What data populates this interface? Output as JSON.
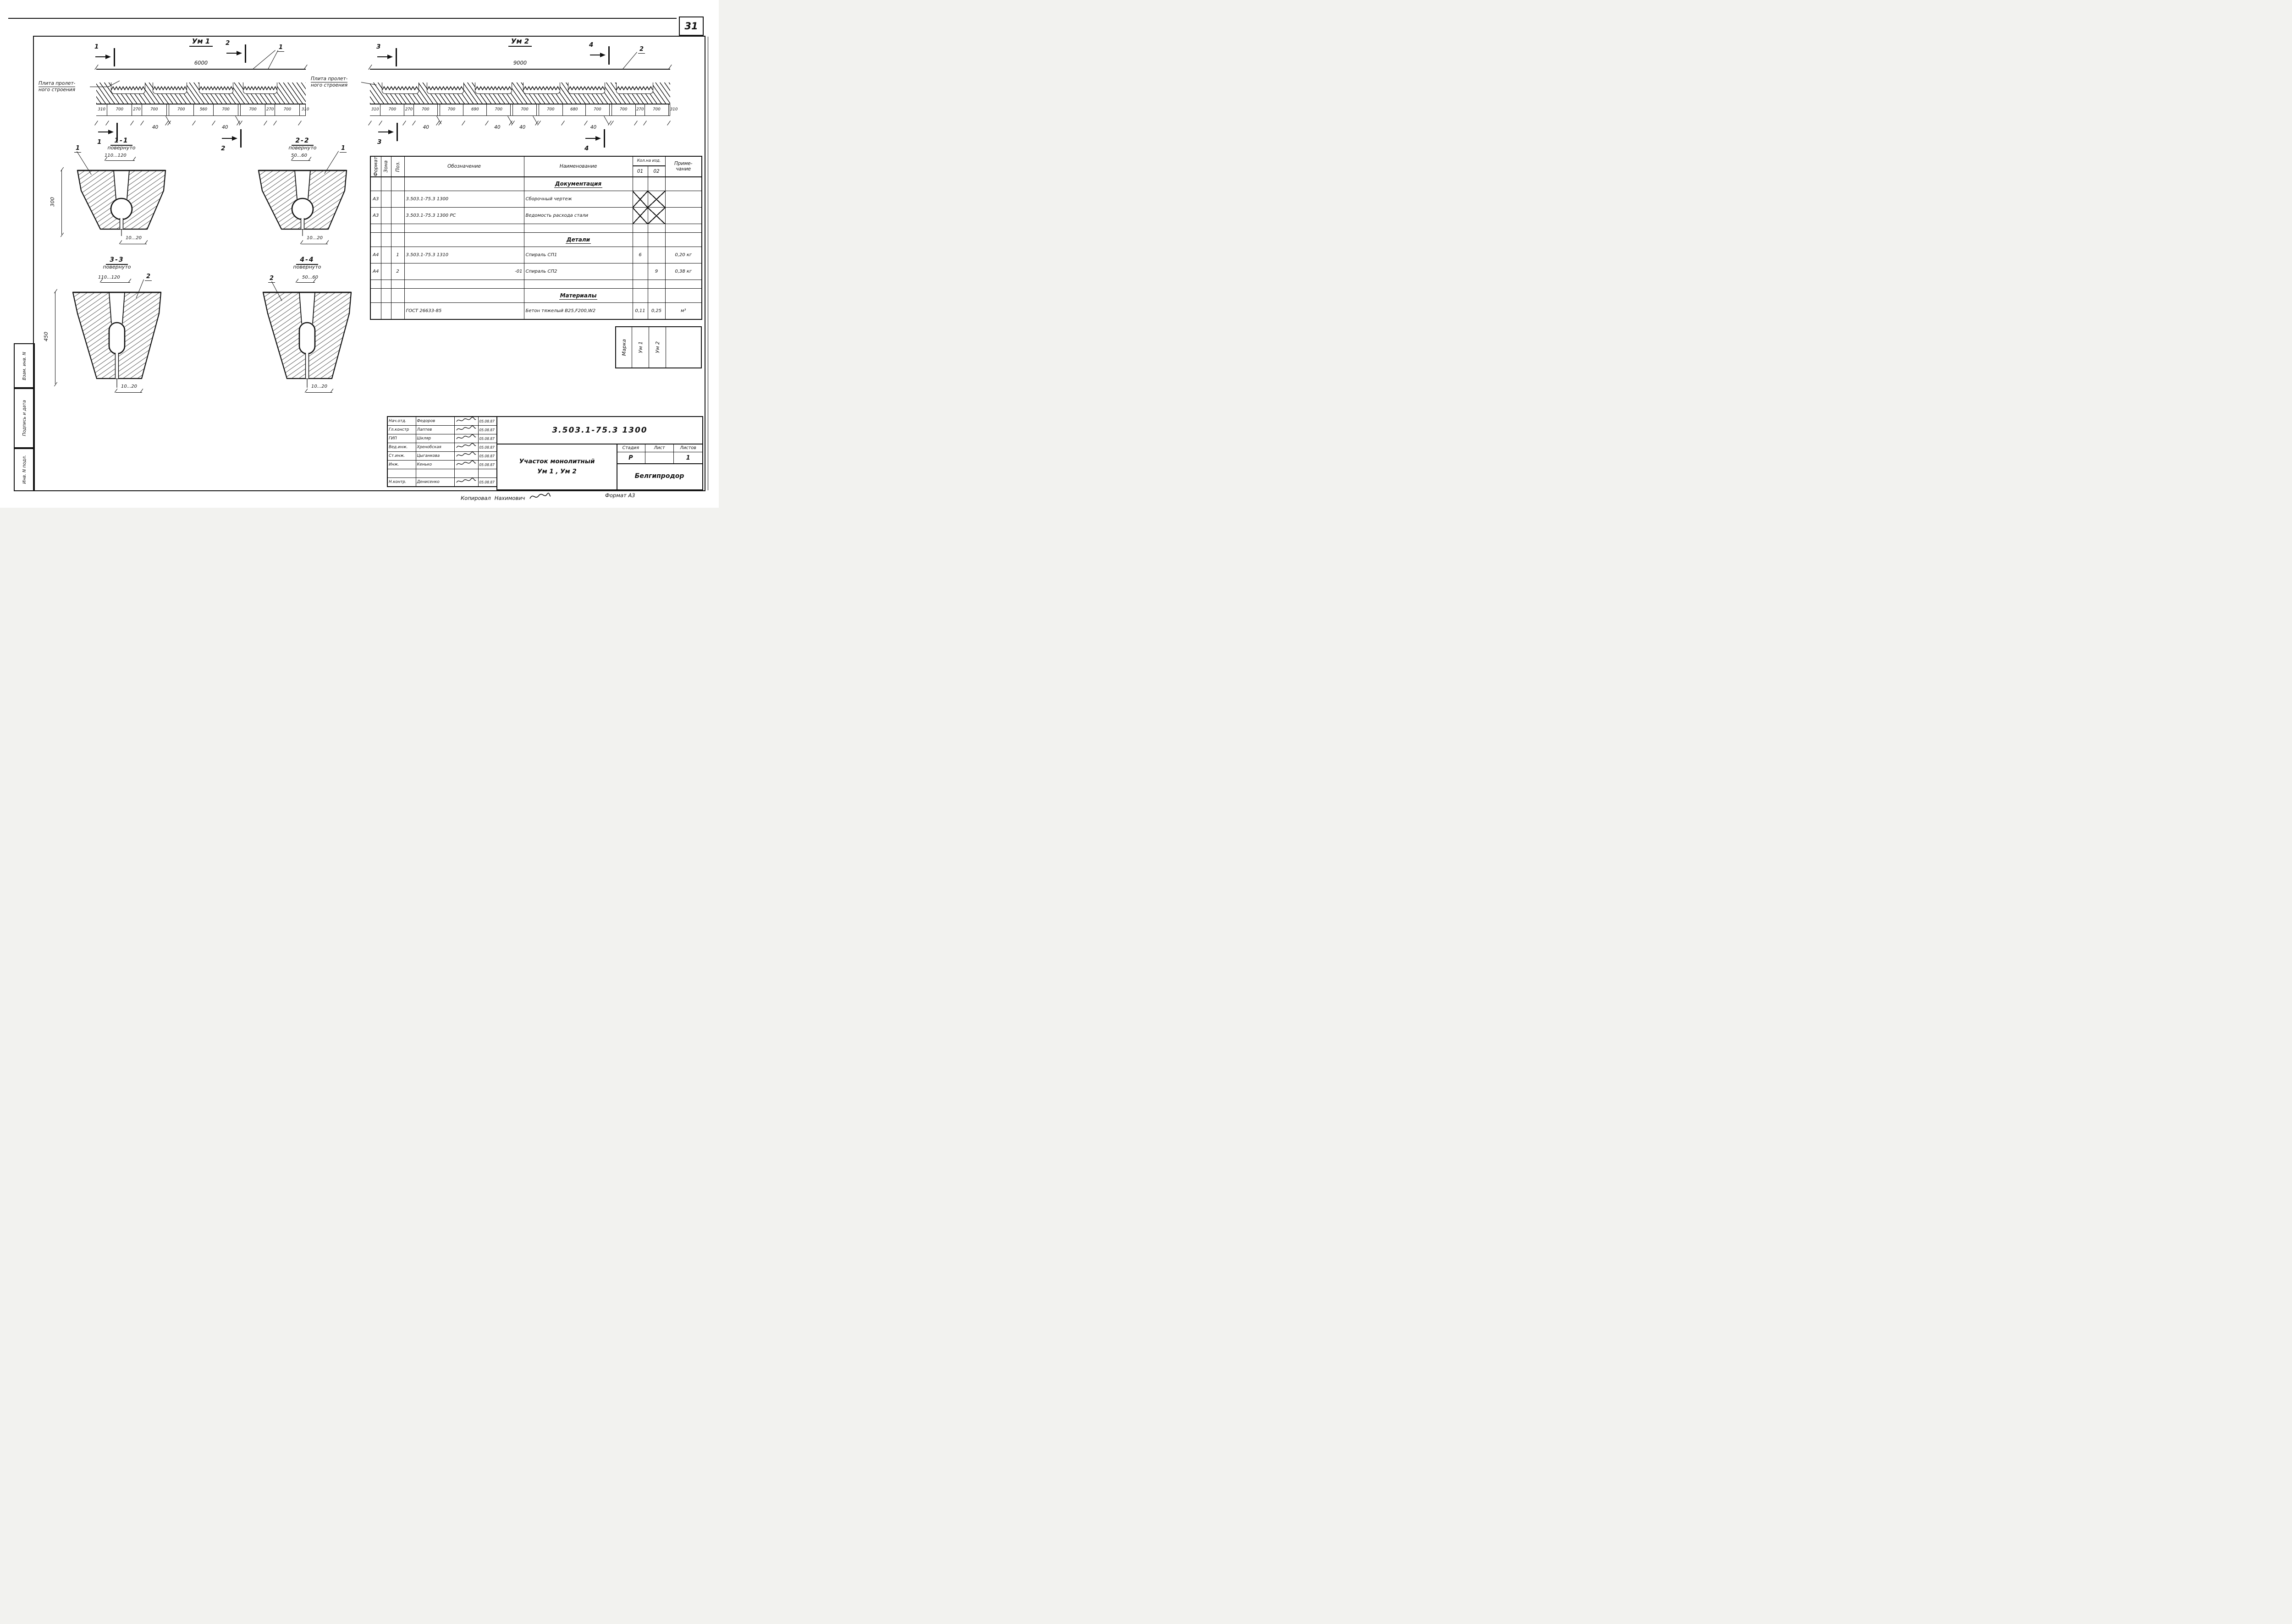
{
  "page": {
    "number": "31",
    "format_label": "Формат А3",
    "copied_label": "Копировал",
    "copied_name": "Нахимович"
  },
  "margin_stamp": {
    "top": "Взам. инв. N",
    "middle": "Подпись и дата",
    "bottom": "Инв. N подл."
  },
  "plans": [
    {
      "title": "Ум 1",
      "total_dim": "6000",
      "cut_top_left": "1",
      "cut_top_right": "2",
      "cut_bottom_left": "1",
      "cut_bottom_right": "2",
      "leader": "1",
      "slab_label_line1": "Плита пролет-",
      "slab_label_line2": "ного строения",
      "joint_label": "40",
      "segments": [
        {
          "v": 310
        },
        {
          "v": 700
        },
        {
          "v": 270
        },
        {
          "v": 700
        },
        {
          "v": 40,
          "joint": true
        },
        {
          "v": 700
        },
        {
          "v": 560
        },
        {
          "v": 700
        },
        {
          "v": 40,
          "joint": true
        },
        {
          "v": 700
        },
        {
          "v": 270
        },
        {
          "v": 700
        },
        {
          "v": 310
        }
      ]
    },
    {
      "title": "Ум 2",
      "total_dim": "9000",
      "cut_top_left": "3",
      "cut_top_right": "4",
      "cut_bottom_left": "3",
      "cut_bottom_right": "4",
      "leader": "2",
      "slab_label_line1": "Плита пролет-",
      "slab_label_line2": "ного строения",
      "joint_label": "40",
      "segments": [
        {
          "v": 310
        },
        {
          "v": 700
        },
        {
          "v": 270
        },
        {
          "v": 700
        },
        {
          "v": 40,
          "joint": true
        },
        {
          "v": 700
        },
        {
          "v": 690
        },
        {
          "v": 700
        },
        {
          "v": 40,
          "joint": true
        },
        {
          "v": 700
        },
        {
          "v": 40,
          "joint": true
        },
        {
          "v": 700
        },
        {
          "v": 680
        },
        {
          "v": 700
        },
        {
          "v": 40,
          "joint": true
        },
        {
          "v": 700
        },
        {
          "v": 270
        },
        {
          "v": 700
        },
        {
          "v": 310
        }
      ]
    }
  ],
  "sections": [
    {
      "title": "1-1",
      "note": "повернуто",
      "top_dim": "110...120",
      "side_dim": "300",
      "bottom_dim": "10...20",
      "leader": "1"
    },
    {
      "title": "2-2",
      "note": "повернуто",
      "top_dim": "50...60",
      "side_dim": "",
      "bottom_dim": "10...20",
      "leader": "1"
    },
    {
      "title": "3-3",
      "note": "повернуто",
      "top_dim": "110...120",
      "side_dim": "450",
      "bottom_dim": "10...20",
      "leader": "2"
    },
    {
      "title": "4-4",
      "note": "повернуто",
      "top_dim": "50...60",
      "side_dim": "",
      "bottom_dim": "10...20",
      "leader": "2"
    }
  ],
  "spec_table": {
    "headers": {
      "format": "Формат",
      "zone": "Зона",
      "pos": "Поз.",
      "designation": "Обозначение",
      "name": "Наименование",
      "qty": "Кол.на изд.",
      "qty01": "01",
      "qty02": "02",
      "note": "Приме-\nчание"
    },
    "rows": [
      {
        "type": "section",
        "name": "Документация"
      },
      {
        "type": "item",
        "format": "А3",
        "designation": "3.503.1-75.3 1300",
        "name": "Сборочный чертеж",
        "x01": true,
        "x02": true
      },
      {
        "type": "item",
        "format": "А3",
        "designation": "3.503.1-75.3 1300 РС",
        "name": "Ведомость расхода стали",
        "x01": true,
        "x02": true
      },
      {
        "type": "empty"
      },
      {
        "type": "section",
        "name": "Детали"
      },
      {
        "type": "item",
        "format": "А4",
        "pos": "1",
        "designation": "3.503.1-75.3 1310",
        "name": "Спираль СП1",
        "q01": "6",
        "note": "0,20 кг"
      },
      {
        "type": "item",
        "format": "А4",
        "pos": "2",
        "designation": "-01",
        "dalign": "right",
        "name": "Спираль СП2",
        "q02": "9",
        "note": "0,38 кг"
      },
      {
        "type": "empty"
      },
      {
        "type": "section",
        "name": "Материалы"
      },
      {
        "type": "item",
        "designation": "ГОСТ 26633-85",
        "name": "Бетон тяжелый В25,F200,W2",
        "q01": "0,11",
        "q02": "0,25",
        "note": "м³"
      }
    ]
  },
  "marka": {
    "label": "Марка",
    "values": [
      "Ум 1",
      "Ум 2"
    ]
  },
  "title_block": {
    "doc_number": "3.503.1-75.3   1300",
    "object_line1": "Участок монолитный",
    "object_line2": "Ум 1 , Ум 2",
    "stage_label": "Стадия",
    "sheet_label": "Лист",
    "sheets_label": "Листов",
    "stage": "Р",
    "sheet": "",
    "sheets": "1",
    "organization": "Белгипродор",
    "signatures": [
      {
        "role": "Нач.отд.",
        "name": "Федоров",
        "date": "05.08.87"
      },
      {
        "role": "Гл.констр",
        "name": "Лаптев",
        "date": "05.08.87"
      },
      {
        "role": "ГИП",
        "name": "Шкляр",
        "date": "05.08.87"
      },
      {
        "role": "Вед.инж.",
        "name": "Хренобская",
        "date": "05.08.87"
      },
      {
        "role": "Ст.инж.",
        "name": "Цыганкова",
        "date": "05.08.87"
      },
      {
        "role": "Инж.",
        "name": "Кенько",
        "date": "05.08.87"
      },
      {
        "role": "",
        "name": "",
        "date": ""
      },
      {
        "role": "Н.контр.",
        "name": "Денисенко",
        "date": "05.08.87"
      }
    ]
  }
}
